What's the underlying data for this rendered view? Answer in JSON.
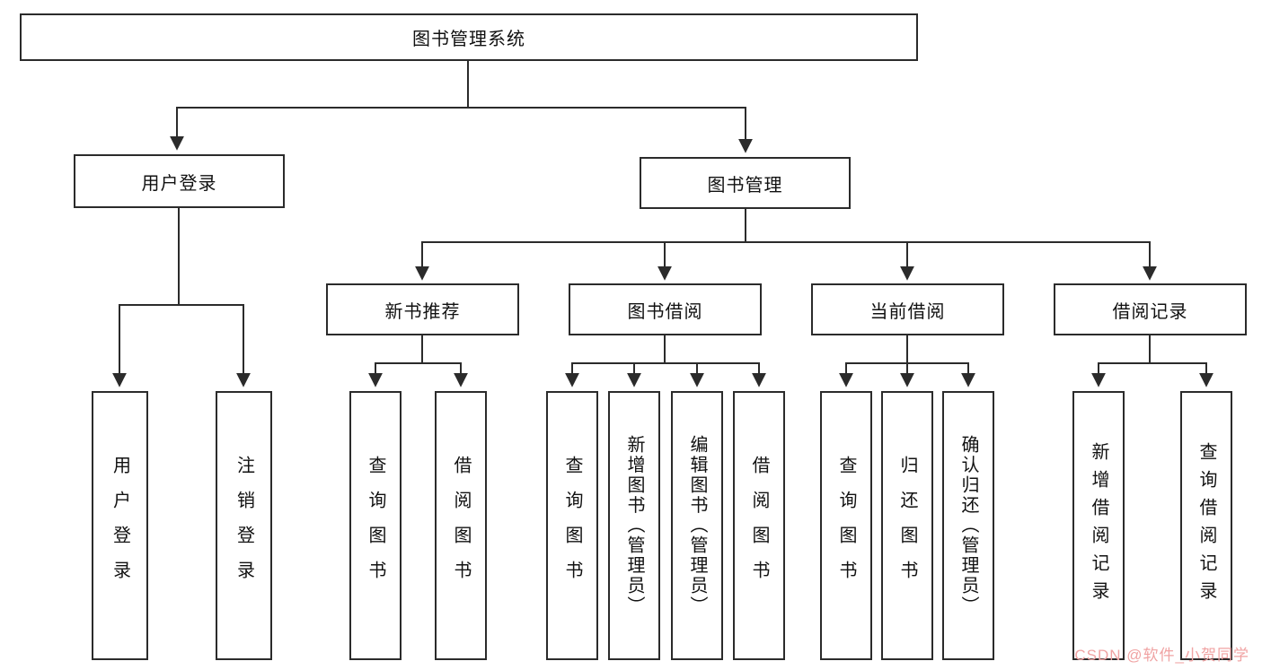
{
  "nodes": {
    "root": "图书管理系统",
    "login": {
      "label": "用户登录",
      "children": [
        "用户登录",
        "注销登录"
      ]
    },
    "manage": {
      "label": "图书管理"
    },
    "recommend": {
      "label": "新书推荐",
      "children": [
        "查询图书",
        "借阅图书"
      ]
    },
    "borrow": {
      "label": "图书借阅",
      "children": [
        "查询图书",
        "新增图书（管理员）",
        "编辑图书（管理员）",
        "借阅图书"
      ]
    },
    "current": {
      "label": "当前借阅",
      "children": [
        "查询图书",
        "归还图书",
        "确认归还（管理员）"
      ]
    },
    "records": {
      "label": "借阅记录",
      "children": [
        "新增借阅记录",
        "查询借阅记录"
      ]
    }
  },
  "watermark": "CSDN @软件_小贺同学",
  "colors": {
    "line": "#2b2b2b",
    "border": "#2b2b2b",
    "watermark": "#f0a3a3"
  }
}
